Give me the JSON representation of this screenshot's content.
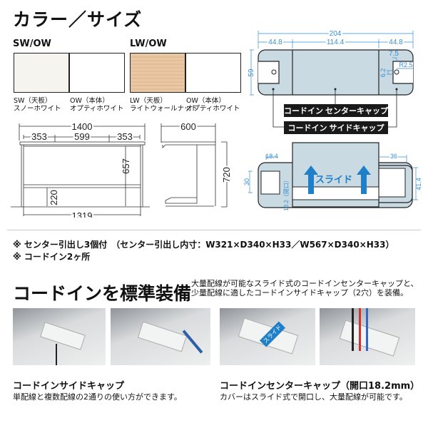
{
  "title": "カラー／サイズ",
  "colors": [
    {
      "name": "SW/OW",
      "swatches": [
        {
          "code": "SW（天板）",
          "label": "スノーホワイト",
          "hex": "#f6f4ee"
        },
        {
          "code": "OW（本体）",
          "label": "オプティホワイト",
          "hex": "#ffffff"
        }
      ]
    },
    {
      "name": "LW/OW",
      "swatches": [
        {
          "code": "LW（天板）",
          "label": "ライトウォールナット",
          "hex": "#e9c7a4"
        },
        {
          "code": "OW（本体）",
          "label": "オプティホワイト",
          "hex": "#ffffff"
        }
      ]
    }
  ],
  "desk_dims": {
    "width": "1400",
    "left": "353",
    "center": "599",
    "right": "353",
    "height_inner": "657",
    "drawer_clear": "220",
    "leg_span": "1319",
    "depth": "600",
    "height": "720"
  },
  "cap_dims": {
    "total": "204",
    "side_l": "44.8",
    "center": "114.4",
    "side_r": "44.8",
    "height": "59",
    "notch": "7.5",
    "notch_h": "6.2",
    "radius": "R2.5",
    "center_label": "コードイン センターキャップ",
    "side_label": "コードイン サイドキャップ"
  },
  "slide_dims": {
    "left_w": "18.4",
    "left_h": "30",
    "opening": "18.2（開口）",
    "right_w": "36",
    "right_h": "41.4",
    "slide_label": "スライド"
  },
  "notes": [
    "※ センター引出し3個付　（センター引出し内寸：W321×D340×H33／W567×D340×H33）",
    "※ コードイン2ヶ所"
  ],
  "feature": {
    "heading": "コードインを標準装備",
    "description": [
      "大量配線が可能なスライド式のコードインセンターキャップと、",
      "少量配線に適したコードインサイドキャップ（2穴）を装備。"
    ]
  },
  "photo_badge": "スライド",
  "captions": [
    {
      "title": "コードインサイドキャップ",
      "text": "単配線と複数配線の2通りの使い方ができます。"
    },
    {
      "title": "コードインセンターキャップ（開口18.2mm）",
      "text": "カバーはスライド式で開口し、大量配線が可能です。"
    }
  ],
  "accent": "#1f7fc8"
}
